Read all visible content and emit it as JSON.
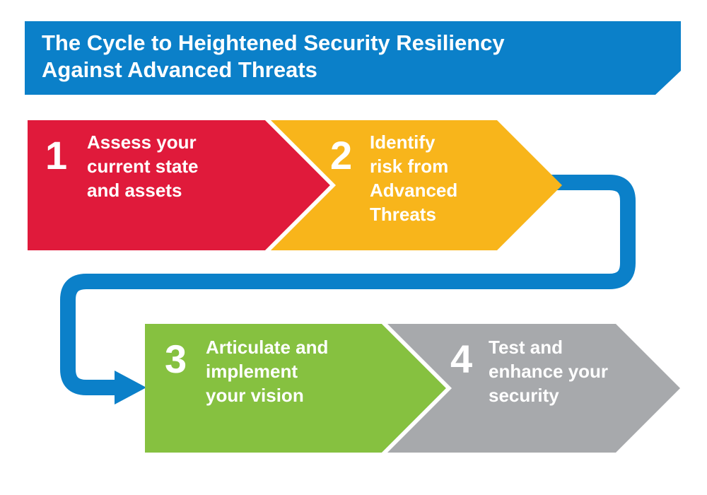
{
  "title": {
    "line1": "The Cycle to Heightened Security Resiliency",
    "line2": "Against Advanced Threats"
  },
  "colors": {
    "title_band": "#0b80c9",
    "connector": "#0b80c9",
    "step1": "#e01a3b",
    "step2": "#f8b51b",
    "step3": "#86c140",
    "step4": "#a7a9ac",
    "text": "#ffffff"
  },
  "steps": [
    {
      "number": "1",
      "lines": [
        "Assess your",
        "current state",
        "and assets"
      ]
    },
    {
      "number": "2",
      "lines": [
        "Identify",
        "risk from",
        "Advanced",
        "Threats"
      ]
    },
    {
      "number": "3",
      "lines": [
        "Articulate and",
        "implement",
        "your vision"
      ]
    },
    {
      "number": "4",
      "lines": [
        "Test and",
        "enhance your",
        "security"
      ]
    }
  ]
}
